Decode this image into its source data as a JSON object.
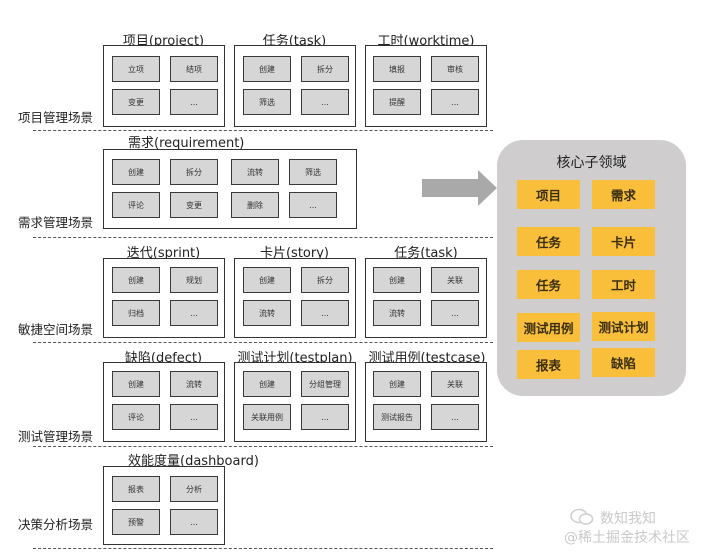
{
  "scenarios": [
    {
      "label": "项目管理场景",
      "groups": [
        {
          "title": "项目(project)",
          "items": [
            "立项",
            "结项",
            "变更",
            "..."
          ]
        },
        {
          "title": "任务(task)",
          "items": [
            "创建",
            "拆分",
            "筛选",
            "..."
          ]
        },
        {
          "title": "工时(worktime)",
          "items": [
            "填报",
            "审核",
            "提醒",
            "..."
          ]
        }
      ]
    },
    {
      "label": "需求管理场景",
      "groups": [
        {
          "title": "需求(requirement)",
          "items": [
            "创建",
            "拆分",
            "流转",
            "筛选",
            "评论",
            "变更",
            "删除",
            "..."
          ]
        }
      ]
    },
    {
      "label": "敏捷空间场景",
      "groups": [
        {
          "title": "迭代(sprint)",
          "items": [
            "创建",
            "规划",
            "归档",
            "..."
          ]
        },
        {
          "title": "卡片(story)",
          "items": [
            "创建",
            "拆分",
            "流转",
            "..."
          ]
        },
        {
          "title": "任务(task)",
          "items": [
            "创建",
            "关联",
            "流转",
            "..."
          ]
        }
      ]
    },
    {
      "label": "测试管理场景",
      "groups": [
        {
          "title": "缺陷(defect)",
          "items": [
            "创建",
            "流转",
            "评论",
            "..."
          ]
        },
        {
          "title": "测试计划(testplan)",
          "items": [
            "创建",
            "分组管理",
            "关联用例",
            "..."
          ]
        },
        {
          "title": "测试用例(testcase)",
          "items": [
            "创建",
            "关联",
            "测试报告",
            "..."
          ]
        }
      ]
    },
    {
      "label": "决策分析场景",
      "groups": [
        {
          "title": "效能度量(dashboard)",
          "items": [
            "报表",
            "分析",
            "预警",
            "..."
          ]
        }
      ]
    }
  ],
  "core_domain": {
    "title": "核心子领域",
    "items": [
      "项目",
      "需求",
      "任务",
      "卡片",
      "任务",
      "工时",
      "测试用例",
      "测试计划",
      "报表",
      "缺陷"
    ]
  },
  "watermark": {
    "line1": "数知我知",
    "line2": "@稀土掘金技术社区"
  },
  "colors": {
    "chip": "#f9bf3a",
    "panel": "#cfcdcd",
    "op_box": "#d6d6d6",
    "arrow": "#a9a9a9"
  }
}
